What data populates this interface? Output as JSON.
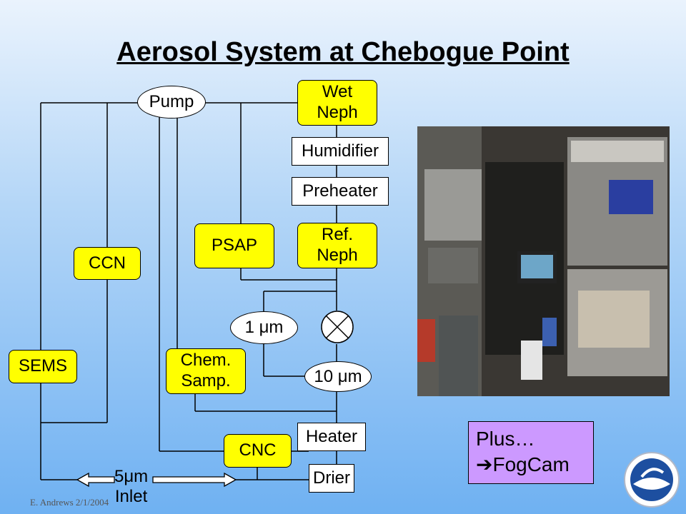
{
  "slide": {
    "title": "Aerosol System at Chebogue Point",
    "footer": "E. Andrews   2/1/2004"
  },
  "diagram": {
    "pump": "Pump",
    "wet_neph": "Wet\nNeph",
    "humidifier": "Humidifier",
    "preheater": "Preheater",
    "ref_neph": "Ref.\nNeph",
    "psap": "PSAP",
    "ccn": "CCN",
    "sems": "SEMS",
    "chem_samp": "Chem.\nSamp.",
    "impactor_1um": "1 μm",
    "impactor_10um": "10 μm",
    "heater": "Heater",
    "cnc": "CNC",
    "drier": "Drier",
    "inlet_top": "5μm",
    "inlet_bottom": "Inlet"
  },
  "plus_box": {
    "text": "Plus…\n➔FogCam"
  },
  "colors": {
    "instrument_yellow": "#ffff00",
    "plus_box": "#cc99ff",
    "background_top": "#eaf3fd",
    "background_bottom": "#6fb1f2"
  },
  "icons": {
    "valve": "valve-icon",
    "logo": "noaa-logo-icon"
  }
}
